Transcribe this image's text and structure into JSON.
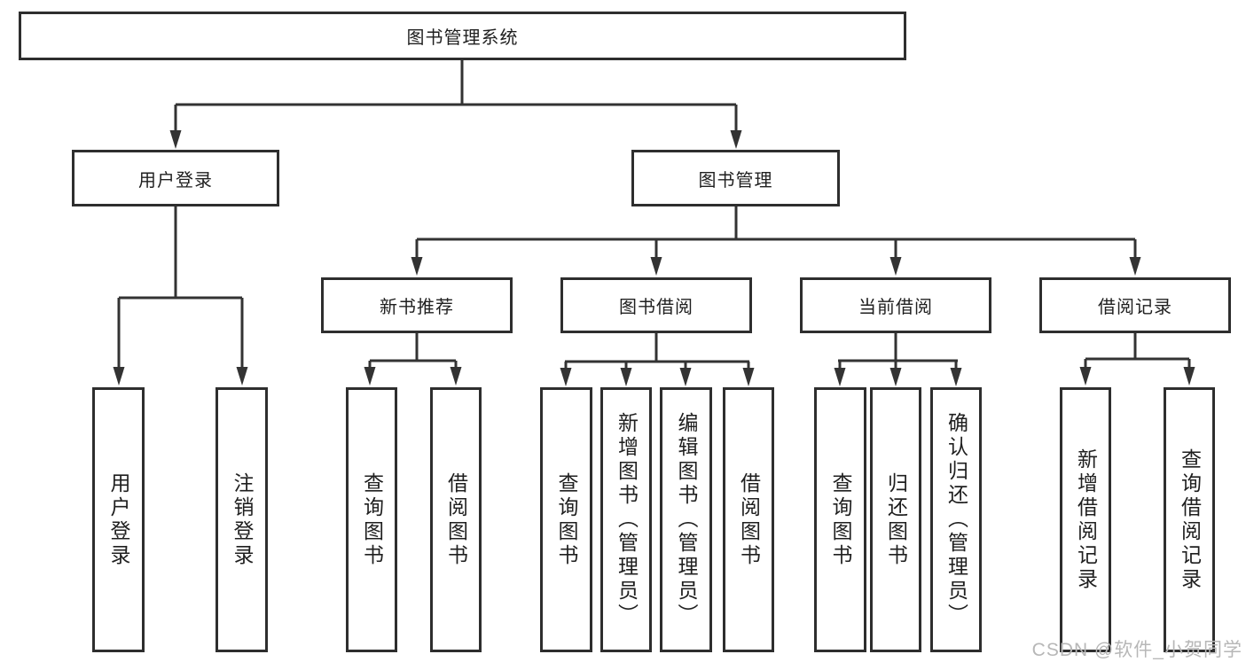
{
  "diagram": {
    "title": "图书管理系统",
    "branches": [
      {
        "label": "用户登录",
        "children": [
          {
            "label": "用户登录"
          },
          {
            "label": "注销登录"
          }
        ]
      },
      {
        "label": "图书管理",
        "children": [
          {
            "label": "新书推荐",
            "children": [
              {
                "label": "查询图书"
              },
              {
                "label": "借阅图书"
              }
            ]
          },
          {
            "label": "图书借阅",
            "children": [
              {
                "label": "查询图书"
              },
              {
                "label": "新增图书（管理员）"
              },
              {
                "label": "编辑图书（管理员）"
              },
              {
                "label": "借阅图书"
              }
            ]
          },
          {
            "label": "当前借阅",
            "children": [
              {
                "label": "查询图书"
              },
              {
                "label": "归还图书"
              },
              {
                "label": "确认归还（管理员）"
              }
            ]
          },
          {
            "label": "借阅记录",
            "children": [
              {
                "label": "新增借阅记录"
              },
              {
                "label": "查询借阅记录"
              }
            ]
          }
        ]
      }
    ]
  },
  "watermark": "CSDN @软件_小贺同学",
  "colors": {
    "line": "#333333",
    "box_border": "#2e2e2e",
    "text": "#1f1f1f",
    "background": "#ffffff",
    "watermark": "#b7b7b7"
  }
}
